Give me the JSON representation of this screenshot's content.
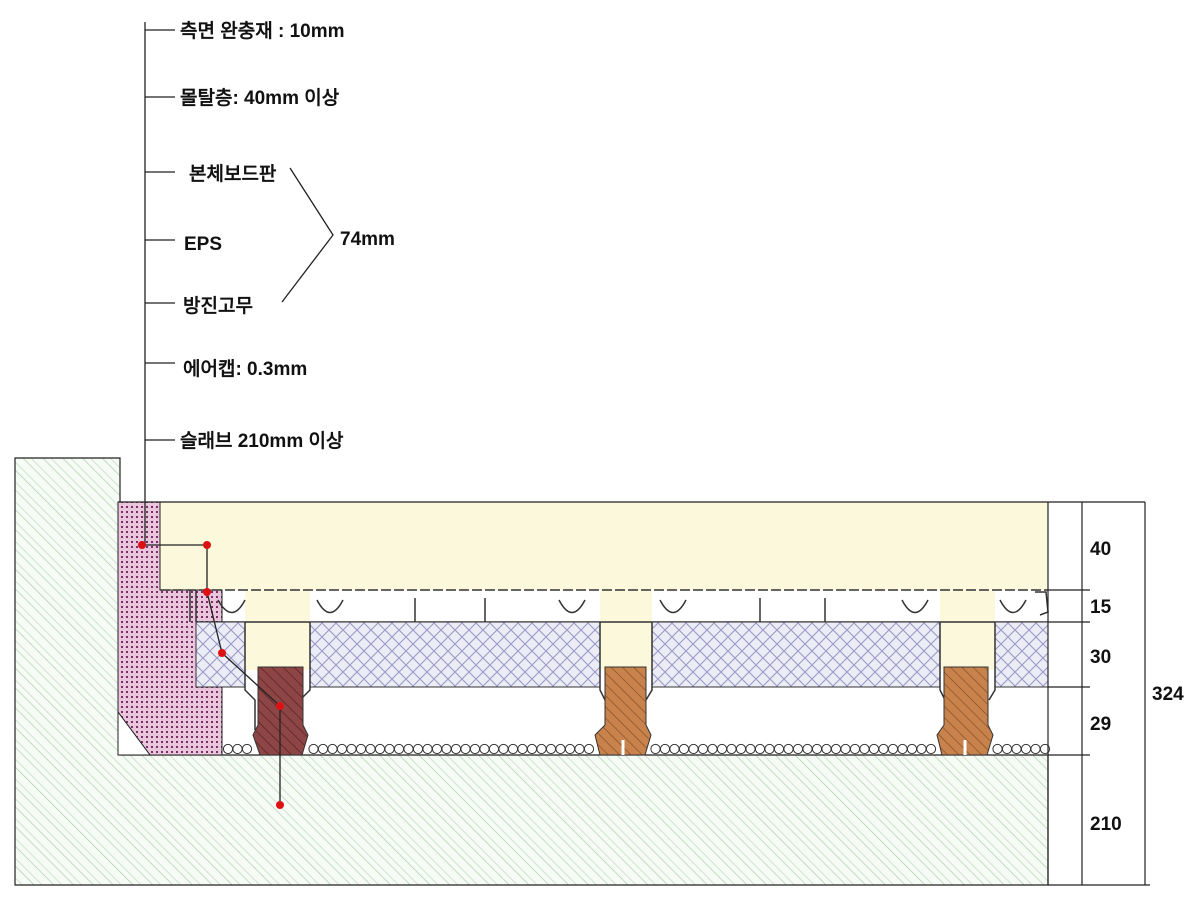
{
  "labels": [
    "측면 완충재 : 10mm",
    "몰탈층: 40mm 이상",
    "본체보드판",
    "EPS",
    "방진고무",
    "에어캡: 0.3mm",
    "슬래브 210mm 이상"
  ],
  "bracket_label": "74mm",
  "dimensions": {
    "mortar": "40",
    "board": "15",
    "eps": "30",
    "air_gap": "29",
    "slab": "210",
    "total": "324"
  },
  "colors": {
    "concrete_hatch": "#9fc79f",
    "mortar": "#fbf8dc",
    "side_buffer": "#b0609a",
    "eps": "#c8c8e0",
    "rubber_dark": "#8a3b3b",
    "rubber_brown": "#c07a45",
    "leader_dot": "#dd1111"
  }
}
